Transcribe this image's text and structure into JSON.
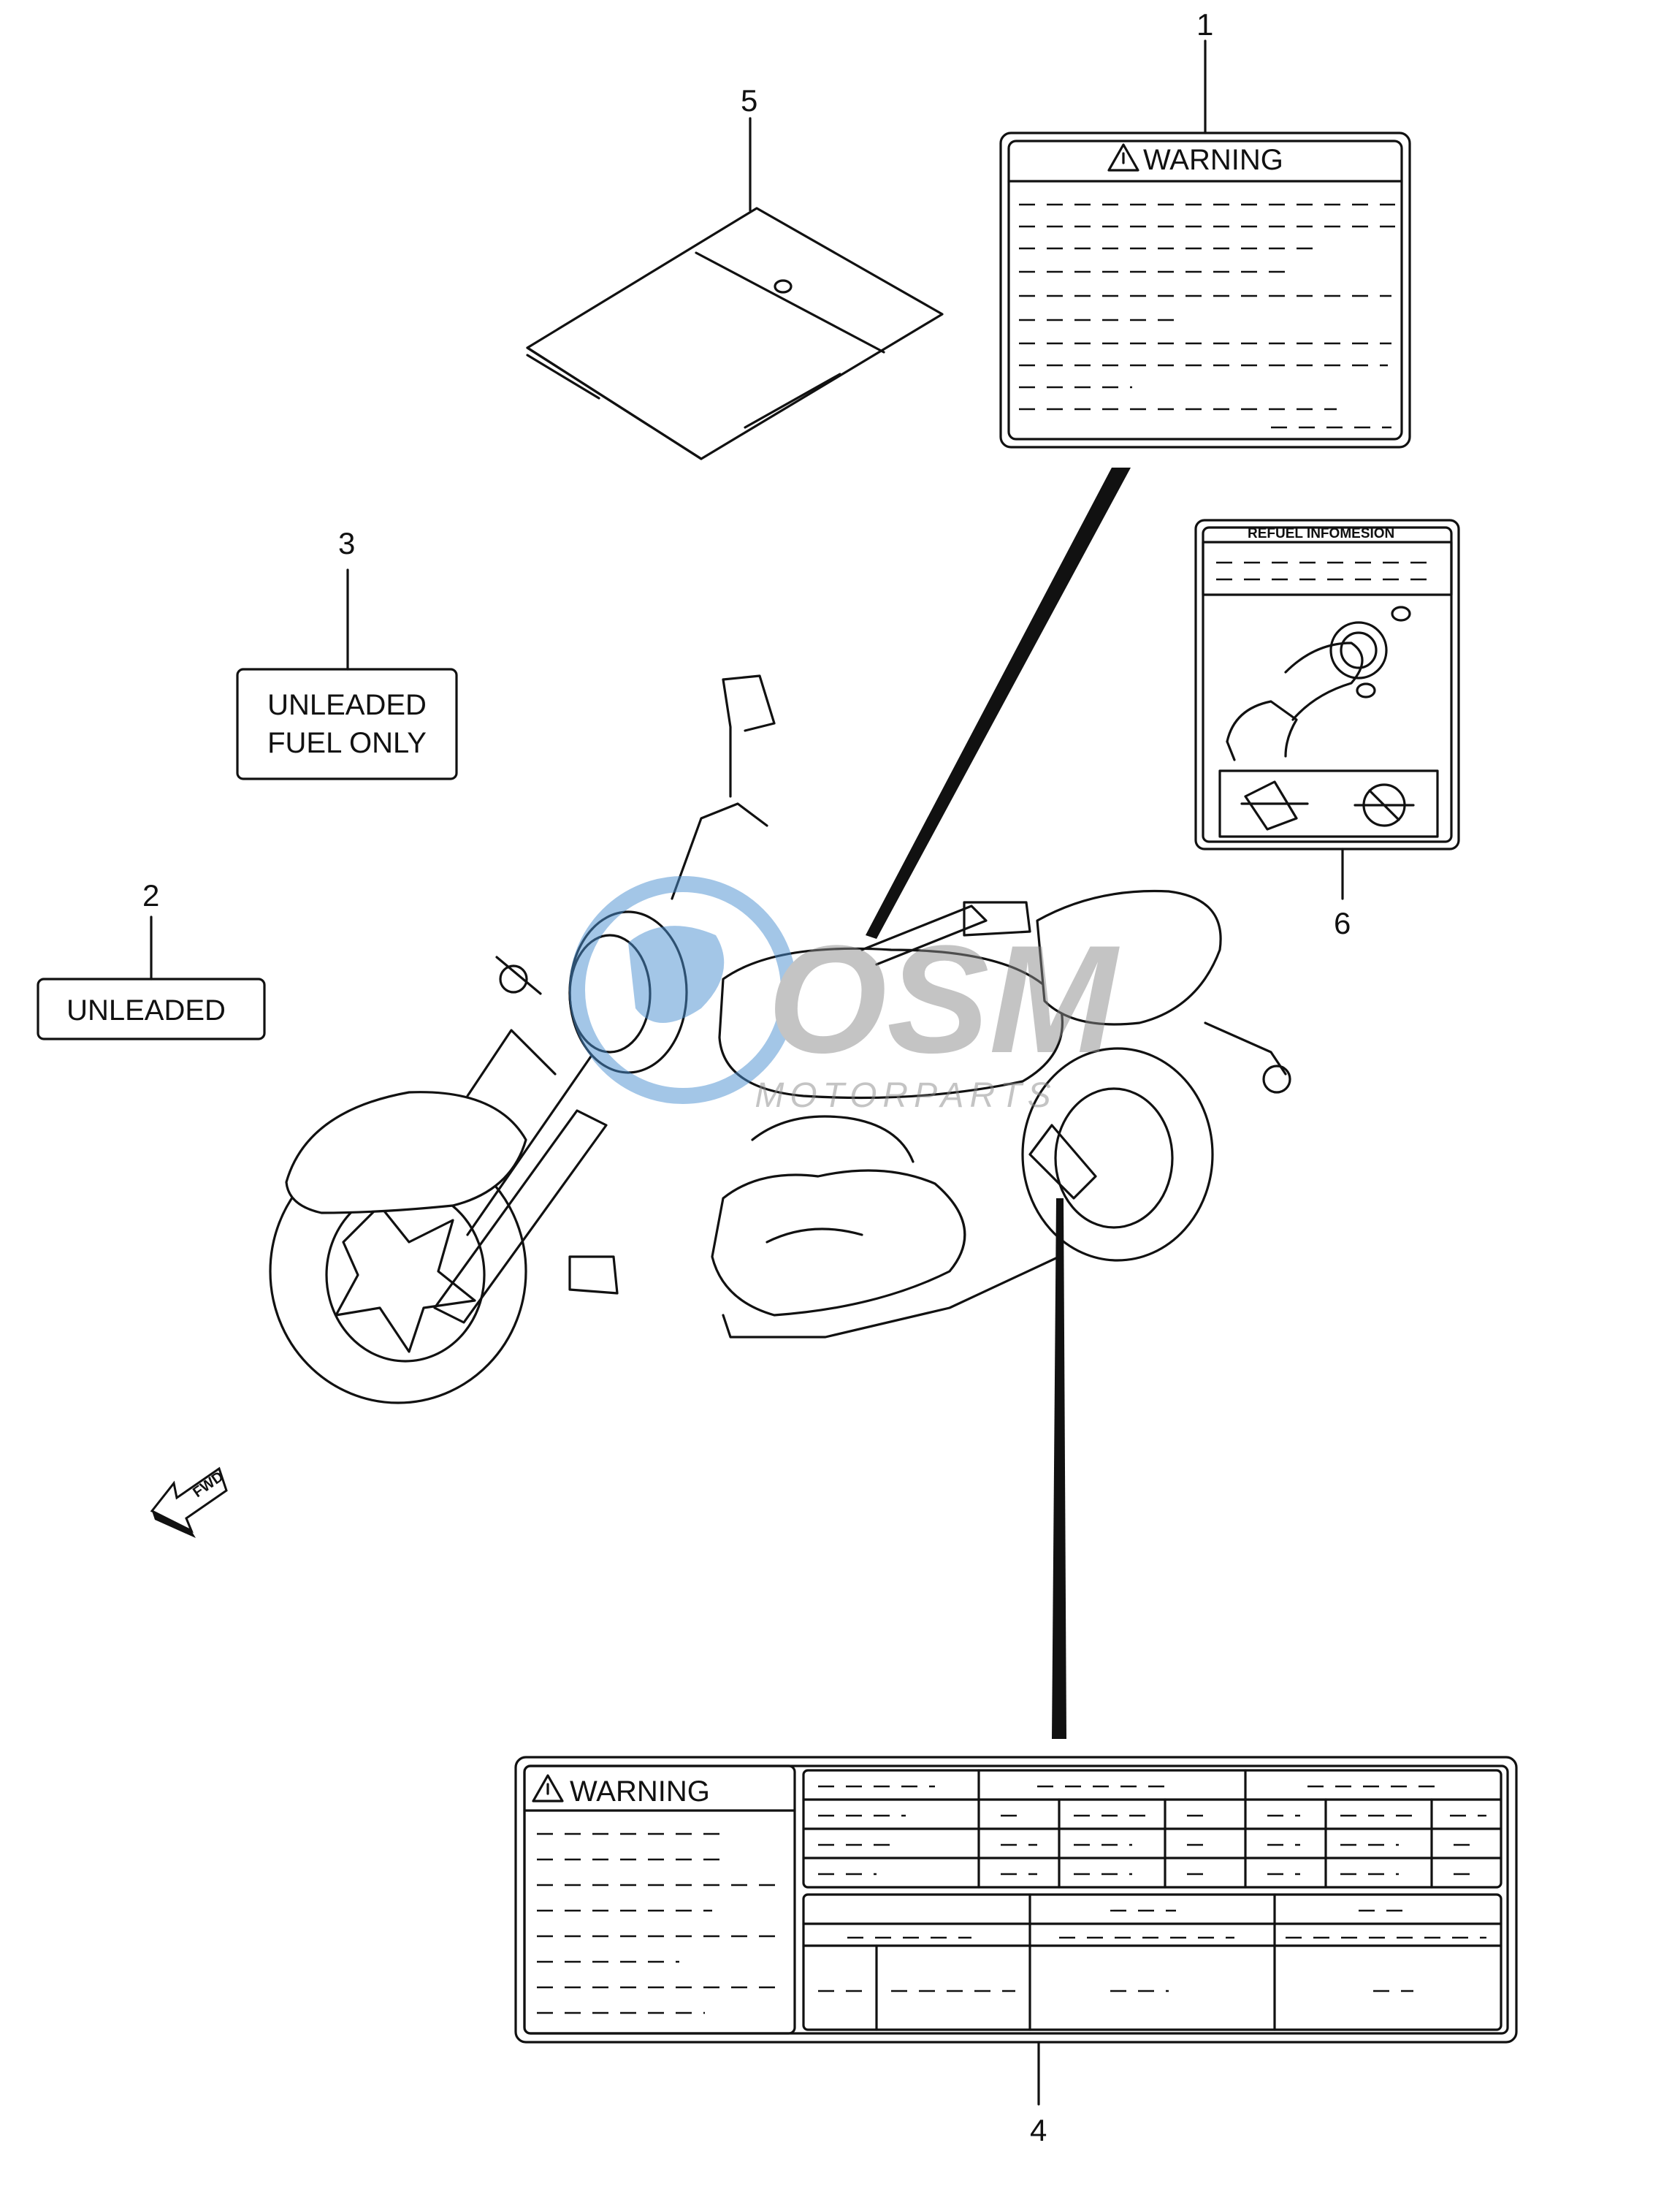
{
  "callouts": {
    "c1": "1",
    "c2": "2",
    "c3": "3",
    "c4": "4",
    "c5": "5",
    "c6": "6"
  },
  "labels": {
    "warning_top": "WARNING",
    "warning_bottom": "WARNING",
    "refuel_title": "REFUEL INFOMESION",
    "unleaded": "UNLEADED",
    "unleaded_fuel_line1": "UNLEADED",
    "unleaded_fuel_line2": "FUEL ONLY",
    "fwd": "FWD"
  },
  "watermark": {
    "brand": "OSM",
    "tagline": "MOTORPARTS"
  },
  "colors": {
    "line": "#111111",
    "watermark_blue": "#4a8fd0",
    "watermark_gray": "#8a8a8a"
  }
}
